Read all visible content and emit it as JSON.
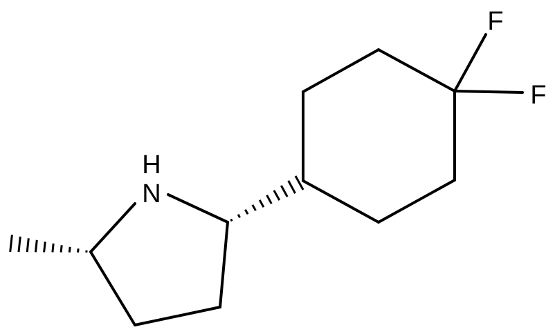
{
  "atoms": {
    "nitrogen": "N",
    "nitrogen_hydrogen": "H",
    "fluorine_top": "F",
    "fluorine_right": "F"
  },
  "colors": {
    "bond": "#000000",
    "background": "#ffffff"
  }
}
